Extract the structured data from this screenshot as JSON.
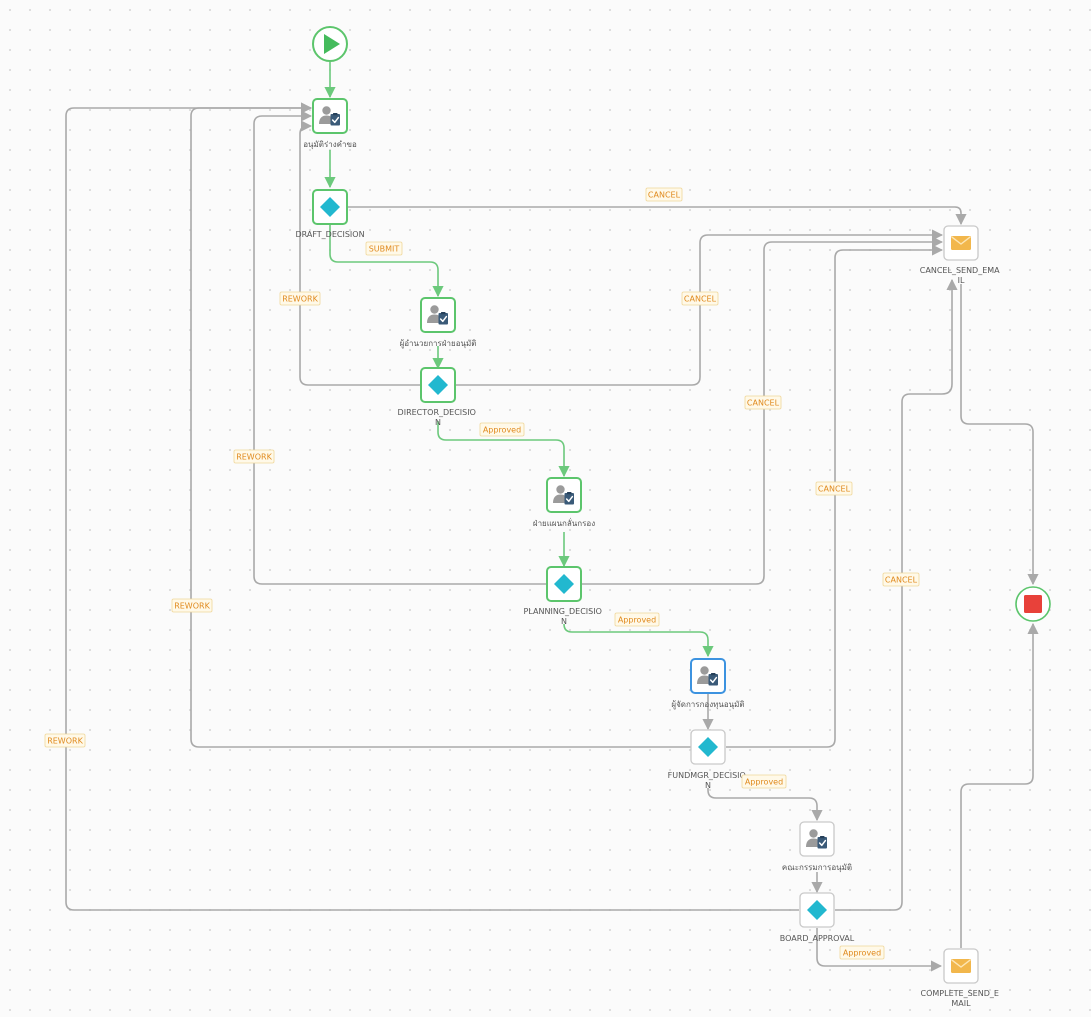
{
  "diagram": {
    "colors": {
      "active": "#5cc56c",
      "idle": "#c9c9c9",
      "selected": "#3d93e0",
      "gateway": "#22b8cf",
      "start": "#44bb5c",
      "end": "#e8413a",
      "mail": "#f2b74c",
      "label_text": "#e08a1e"
    },
    "nodes": [
      {
        "id": "start",
        "type": "start",
        "label": "",
        "state": "active"
      },
      {
        "id": "task_draft",
        "type": "user-task",
        "label": "อนุมัติร่างคำขอ",
        "state": "active"
      },
      {
        "id": "draft_decision",
        "type": "gateway",
        "label": "DRAFT_DECISION",
        "state": "active"
      },
      {
        "id": "task_director",
        "type": "user-task",
        "label": "ผู้อำนวยการฝ่ายอนุมัติ",
        "state": "active"
      },
      {
        "id": "director_decision",
        "type": "gateway",
        "label": "DIRECTOR_DECISION",
        "state": "active"
      },
      {
        "id": "task_planning",
        "type": "user-task",
        "label": "ฝ่ายแผนกลั่นกรอง",
        "state": "active"
      },
      {
        "id": "planning_decision",
        "type": "gateway",
        "label": "PLANNING_DECISION",
        "state": "active"
      },
      {
        "id": "task_fundmgr",
        "type": "user-task",
        "label": "ผู้จัดการกองทุนอนุมัติ",
        "state": "selected"
      },
      {
        "id": "fundmgr_decision",
        "type": "gateway",
        "label": "FUNDMGR_DECISION",
        "state": "idle"
      },
      {
        "id": "task_board",
        "type": "user-task",
        "label": "คณะกรรมการอนุมัติ",
        "state": "idle"
      },
      {
        "id": "board_approval",
        "type": "gateway",
        "label": "BOARD_APPROVAL",
        "state": "idle"
      },
      {
        "id": "cancel_send_email",
        "type": "mail-task",
        "label": "CANCEL_SEND_EMAIL",
        "state": "idle"
      },
      {
        "id": "complete_send_email",
        "type": "mail-task",
        "label": "COMPLETE_SEND_EMAIL",
        "state": "idle"
      },
      {
        "id": "end",
        "type": "end",
        "label": "",
        "state": "active"
      }
    ],
    "edges": [
      {
        "id": "e_start_draft",
        "from": "start",
        "to": "task_draft",
        "label": "",
        "state": "active"
      },
      {
        "id": "e_draft_gw",
        "from": "task_draft",
        "to": "draft_decision",
        "label": "",
        "state": "active"
      },
      {
        "id": "e_draft_cancel",
        "from": "draft_decision",
        "to": "cancel_send_email",
        "label": "CANCEL",
        "state": "idle"
      },
      {
        "id": "e_draft_submit",
        "from": "draft_decision",
        "to": "task_director",
        "label": "SUBMIT",
        "state": "active"
      },
      {
        "id": "e_director_gw",
        "from": "task_director",
        "to": "director_decision",
        "label": "",
        "state": "active"
      },
      {
        "id": "e_director_rework",
        "from": "director_decision",
        "to": "task_draft",
        "label": "REWORK",
        "state": "idle"
      },
      {
        "id": "e_director_cancel",
        "from": "director_decision",
        "to": "cancel_send_email",
        "label": "CANCEL",
        "state": "idle"
      },
      {
        "id": "e_director_approved",
        "from": "director_decision",
        "to": "task_planning",
        "label": "Approved",
        "state": "active"
      },
      {
        "id": "e_planning_gw",
        "from": "task_planning",
        "to": "planning_decision",
        "label": "",
        "state": "active"
      },
      {
        "id": "e_planning_rework",
        "from": "planning_decision",
        "to": "task_draft",
        "label": "REWORK",
        "state": "idle"
      },
      {
        "id": "e_planning_cancel",
        "from": "planning_decision",
        "to": "cancel_send_email",
        "label": "CANCEL",
        "state": "idle"
      },
      {
        "id": "e_planning_approved",
        "from": "planning_decision",
        "to": "task_fundmgr",
        "label": "Approved",
        "state": "active"
      },
      {
        "id": "e_fundmgr_gw",
        "from": "task_fundmgr",
        "to": "fundmgr_decision",
        "label": "",
        "state": "idle"
      },
      {
        "id": "e_fundmgr_rework",
        "from": "fundmgr_decision",
        "to": "task_draft",
        "label": "REWORK",
        "state": "idle"
      },
      {
        "id": "e_fundmgr_cancel",
        "from": "fundmgr_decision",
        "to": "cancel_send_email",
        "label": "CANCEL",
        "state": "idle"
      },
      {
        "id": "e_fundmgr_approved",
        "from": "fundmgr_decision",
        "to": "task_board",
        "label": "Approved",
        "state": "idle"
      },
      {
        "id": "e_board_gw",
        "from": "task_board",
        "to": "board_approval",
        "label": "",
        "state": "idle"
      },
      {
        "id": "e_board_rework",
        "from": "board_approval",
        "to": "task_draft",
        "label": "REWORK",
        "state": "idle"
      },
      {
        "id": "e_board_cancel",
        "from": "board_approval",
        "to": "cancel_send_email",
        "label": "CANCEL",
        "state": "idle"
      },
      {
        "id": "e_board_approved",
        "from": "board_approval",
        "to": "complete_send_email",
        "label": "Approved",
        "state": "idle"
      },
      {
        "id": "e_cancel_end",
        "from": "cancel_send_email",
        "to": "end",
        "label": "",
        "state": "idle"
      },
      {
        "id": "e_complete_end",
        "from": "complete_send_email",
        "to": "end",
        "label": "",
        "state": "idle"
      }
    ]
  }
}
